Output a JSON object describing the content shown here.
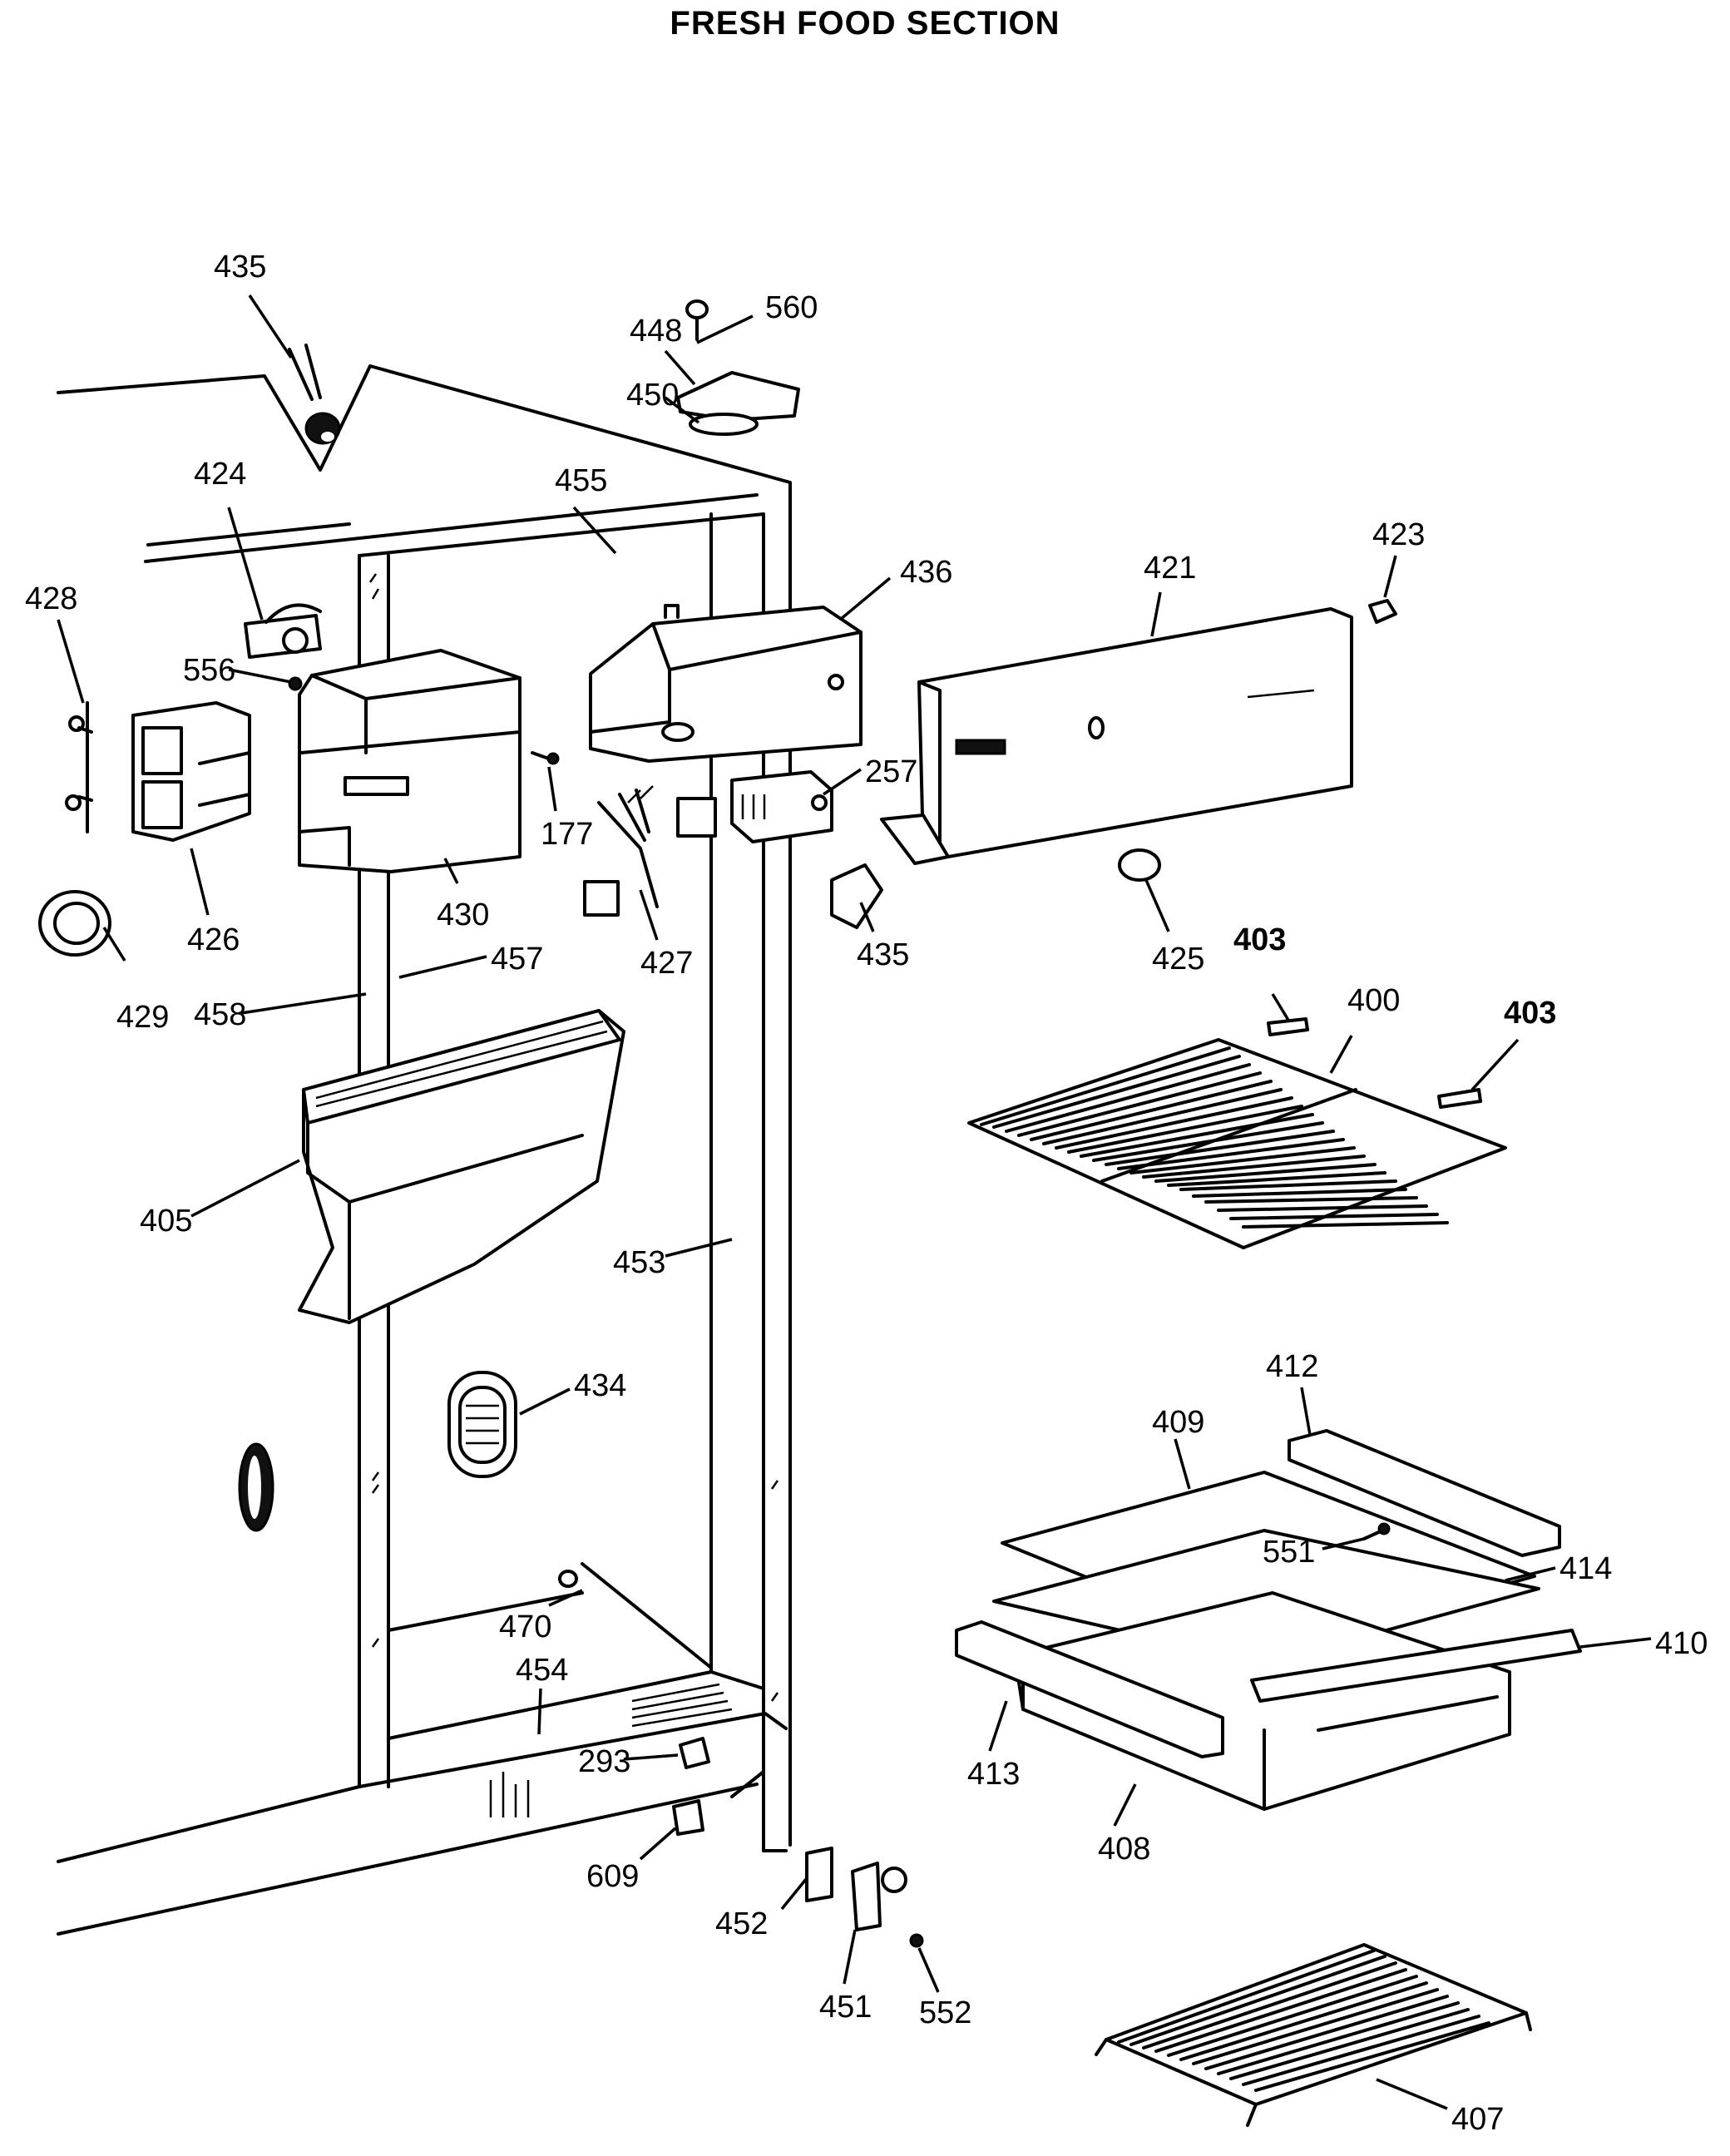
{
  "title": "FRESH FOOD SECTION",
  "parts": {
    "p435a": "435",
    "p448": "448",
    "p560": "560",
    "p450": "450",
    "p424": "424",
    "p455": "455",
    "p428": "428",
    "p436": "436",
    "p421": "421",
    "p423": "423",
    "p556": "556",
    "p257": "257",
    "p177": "177",
    "p426": "426",
    "p430": "430",
    "p427": "427",
    "p435b": "435",
    "p425": "425",
    "p403a": "403",
    "p400": "400",
    "p403b": "403",
    "p429": "429",
    "p458": "458",
    "p457": "457",
    "p405": "405",
    "p453": "453",
    "p434": "434",
    "p412": "412",
    "p409": "409",
    "p551": "551",
    "p414": "414",
    "p410": "410",
    "p470": "470",
    "p454": "454",
    "p413": "413",
    "p293": "293",
    "p408": "408",
    "p609": "609",
    "p452": "452",
    "p451": "451",
    "p552": "552",
    "p407": "407"
  }
}
